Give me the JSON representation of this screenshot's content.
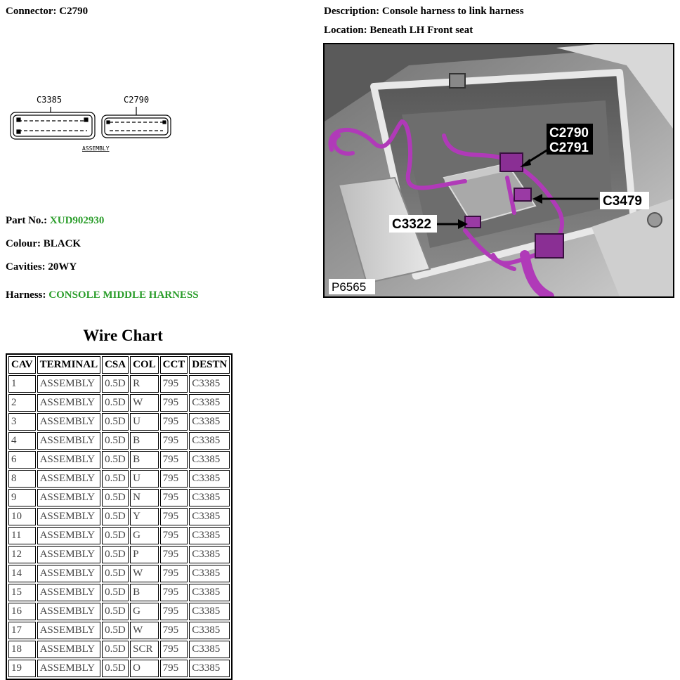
{
  "header": {
    "connector_label": "Connector: C2790",
    "description_label": "Description: Console harness to link harness",
    "location_label": "Location: Beneath LH Front seat"
  },
  "details": {
    "part_no_label": "Part No.: ",
    "part_no_value": "XUD902930",
    "colour_label": "Colour: BLACK",
    "cavities_label": "Cavities: 20WY",
    "harness_label": "Harness: ",
    "harness_value": "CONSOLE MIDDLE HARNESS"
  },
  "diagram": {
    "left_connector": "C3385",
    "right_connector": "C2790",
    "caption": "ASSEMBLY"
  },
  "photo": {
    "callouts": [
      "C2790",
      "C2791",
      "C3479",
      "C3322"
    ],
    "figure_id": "P6565",
    "wire_color": "#b03ab8"
  },
  "wire_chart": {
    "title": "Wire Chart",
    "headers": [
      "CAV",
      "TERMINAL",
      "CSA",
      "COL",
      "CCT",
      "DESTN"
    ],
    "rows": [
      [
        "1",
        "ASSEMBLY",
        "0.5D",
        "R",
        "795",
        "C3385"
      ],
      [
        "2",
        "ASSEMBLY",
        "0.5D",
        "W",
        "795",
        "C3385"
      ],
      [
        "3",
        "ASSEMBLY",
        "0.5D",
        "U",
        "795",
        "C3385"
      ],
      [
        "4",
        "ASSEMBLY",
        "0.5D",
        "B",
        "795",
        "C3385"
      ],
      [
        "6",
        "ASSEMBLY",
        "0.5D",
        "B",
        "795",
        "C3385"
      ],
      [
        "8",
        "ASSEMBLY",
        "0.5D",
        "U",
        "795",
        "C3385"
      ],
      [
        "9",
        "ASSEMBLY",
        "0.5D",
        "N",
        "795",
        "C3385"
      ],
      [
        "10",
        "ASSEMBLY",
        "0.5D",
        "Y",
        "795",
        "C3385"
      ],
      [
        "11",
        "ASSEMBLY",
        "0.5D",
        "G",
        "795",
        "C3385"
      ],
      [
        "12",
        "ASSEMBLY",
        "0.5D",
        "P",
        "795",
        "C3385"
      ],
      [
        "14",
        "ASSEMBLY",
        "0.5D",
        "W",
        "795",
        "C3385"
      ],
      [
        "15",
        "ASSEMBLY",
        "0.5D",
        "B",
        "795",
        "C3385"
      ],
      [
        "16",
        "ASSEMBLY",
        "0.5D",
        "G",
        "795",
        "C3385"
      ],
      [
        "17",
        "ASSEMBLY",
        "0.5D",
        "W",
        "795",
        "C3385"
      ],
      [
        "18",
        "ASSEMBLY",
        "0.5D",
        "SCR",
        "795",
        "C3385"
      ],
      [
        "19",
        "ASSEMBLY",
        "0.5D",
        "O",
        "795",
        "C3385"
      ]
    ]
  }
}
